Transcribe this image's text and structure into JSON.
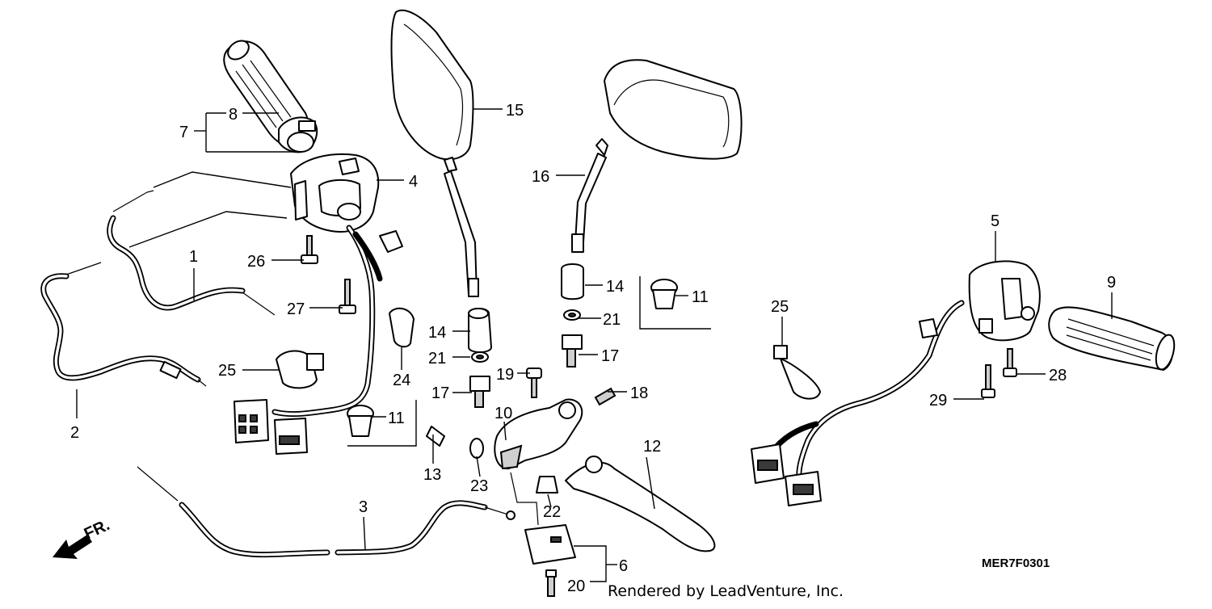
{
  "diagram": {
    "part_labels": [
      "1",
      "2",
      "3",
      "4",
      "5",
      "6",
      "7",
      "8",
      "9",
      "10",
      "11",
      "11",
      "12",
      "13",
      "14",
      "14",
      "15",
      "16",
      "17",
      "17",
      "18",
      "19",
      "20",
      "21",
      "21",
      "22",
      "23",
      "24",
      "25",
      "25",
      "26",
      "27",
      "28",
      "29"
    ],
    "diagram_code": "MER7F0301",
    "direction_label": "FR.",
    "credit": "Rendered by LeadVenture, Inc."
  }
}
